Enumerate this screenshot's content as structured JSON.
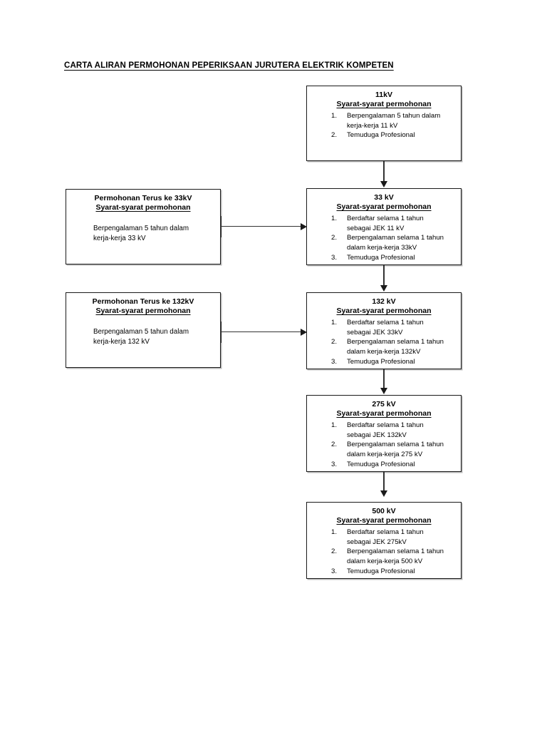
{
  "document": {
    "title": "CARTA ALIRAN PERMOHONAN PEPERIKSAAN JURUTERA ELEKTRIK KOMPETEN"
  },
  "labels": {
    "syarat_heading": "Syarat-syarat permohonan"
  },
  "chart_data": {
    "type": "flowchart",
    "title": "CARTA ALIRAN PERMOHONAN PEPERIKSAAN JURUTERA ELEKTRIK KOMPETEN",
    "orientation": "top-to-bottom",
    "main_path": [
      "11kV",
      "33 kV",
      "132 kV",
      "275 kV",
      "500 kV"
    ],
    "edges": [
      {
        "from": "node-11kv",
        "to": "node-33kv",
        "type": "arrow-down"
      },
      {
        "from": "node-direct-33kv",
        "to": "node-33kv",
        "type": "arrow-right"
      },
      {
        "from": "node-33kv",
        "to": "node-132kv",
        "type": "arrow-down"
      },
      {
        "from": "node-direct-132kv",
        "to": "node-132kv",
        "type": "arrow-right"
      },
      {
        "from": "node-132kv",
        "to": "node-275kv",
        "type": "arrow-down"
      },
      {
        "from": "node-275kv",
        "to": "node-500kv",
        "type": "arrow-down"
      }
    ]
  },
  "nodes": {
    "n11kv": {
      "title": "11kV",
      "subtitle": "Syarat-syarat permohonan",
      "items": [
        {
          "num": "1.",
          "lines": [
            "Berpengalaman 5 tahun dalam",
            "kerja-kerja 11 kV"
          ]
        },
        {
          "num": "2.",
          "lines": [
            "Temuduga Profesional"
          ]
        }
      ]
    },
    "n33kv": {
      "title": "33 kV",
      "subtitle": "Syarat-syarat permohonan",
      "items": [
        {
          "num": "1.",
          "lines": [
            "Berdaftar selama 1 tahun",
            "sebagai JEK 11 kV"
          ]
        },
        {
          "num": "2.",
          "lines": [
            "Berpengalaman selama 1 tahun",
            "dalam kerja-kerja 33kV"
          ]
        },
        {
          "num": "3.",
          "lines": [
            "Temuduga Profesional"
          ]
        }
      ]
    },
    "n132kv": {
      "title": "132 kV",
      "subtitle": "Syarat-syarat permohonan",
      "items": [
        {
          "num": "1.",
          "lines": [
            "Berdaftar selama 1 tahun",
            "sebagai JEK 33kV"
          ]
        },
        {
          "num": "2.",
          "lines": [
            "Berpengalaman selama 1 tahun",
            "dalam kerja-kerja 132kV"
          ]
        },
        {
          "num": "3.",
          "lines": [
            "Temuduga Profesional"
          ]
        }
      ]
    },
    "n275kv": {
      "title": "275 kV",
      "subtitle": "Syarat-syarat permohonan",
      "items": [
        {
          "num": "1.",
          "lines": [
            "Berdaftar selama 1 tahun",
            "sebagai JEK 132kV"
          ]
        },
        {
          "num": "2.",
          "lines": [
            "Berpengalaman selama 1 tahun",
            "dalam kerja-kerja 275 kV"
          ]
        },
        {
          "num": "3.",
          "lines": [
            "Temuduga Profesional"
          ]
        }
      ]
    },
    "n500kv": {
      "title": "500 kV",
      "subtitle": "Syarat-syarat permohonan",
      "items": [
        {
          "num": "1.",
          "lines": [
            "Berdaftar selama 1 tahun",
            "sebagai JEK 275kV"
          ]
        },
        {
          "num": "2.",
          "lines": [
            "Berpengalaman selama 1 tahun",
            "dalam kerja-kerja 500 kV"
          ]
        },
        {
          "num": "3.",
          "lines": [
            "Temuduga Profesional"
          ]
        }
      ]
    },
    "direct33": {
      "title": "Permohonan Terus ke 33kV",
      "subtitle": "Syarat-syarat permohonan",
      "body": [
        "Berpengalaman 5 tahun dalam",
        "kerja-kerja 33 kV"
      ]
    },
    "direct132": {
      "title": "Permohonan Terus ke 132kV",
      "subtitle": "Syarat-syarat permohonan",
      "body": [
        "Berpengalaman 5 tahun dalam",
        "kerja-kerja 132 kV"
      ]
    }
  }
}
